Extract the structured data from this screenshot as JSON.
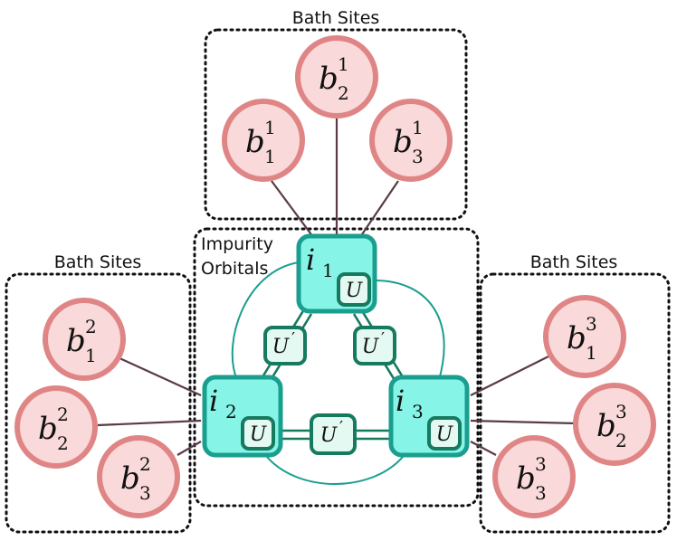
{
  "colors": {
    "bath_fill": "#f9d9d9",
    "bath_stroke": "#e08585",
    "impurity_fill": "#86f5e8",
    "impurity_stroke": "#1a9e8e",
    "interaction_fill": "#e3f9f1",
    "interaction_stroke": "#167a5f",
    "hybridization_line": "#5a3b45",
    "hopping_line": "#1a9e8e",
    "group_border": "#111111"
  },
  "groups": {
    "top_label": "Bath Sites",
    "left_label": "Bath Sites",
    "right_label": "Bath Sites",
    "center_label_line1": "Impurity",
    "center_label_line2": "Orbitals"
  },
  "impurities": [
    {
      "base": "i",
      "sub": "1",
      "onsite": "U"
    },
    {
      "base": "i",
      "sub": "2",
      "onsite": "U"
    },
    {
      "base": "i",
      "sub": "3",
      "onsite": "U"
    }
  ],
  "interorbital": {
    "base": "U",
    "prime": "′"
  },
  "bath_sites": {
    "top": [
      {
        "base": "b",
        "sub": "1",
        "sup": "1"
      },
      {
        "base": "b",
        "sub": "2",
        "sup": "1"
      },
      {
        "base": "b",
        "sub": "3",
        "sup": "1"
      }
    ],
    "left": [
      {
        "base": "b",
        "sub": "1",
        "sup": "2"
      },
      {
        "base": "b",
        "sub": "2",
        "sup": "2"
      },
      {
        "base": "b",
        "sub": "3",
        "sup": "2"
      }
    ],
    "right": [
      {
        "base": "b",
        "sub": "1",
        "sup": "3"
      },
      {
        "base": "b",
        "sub": "2",
        "sup": "3"
      },
      {
        "base": "b",
        "sub": "3",
        "sup": "3"
      }
    ]
  }
}
